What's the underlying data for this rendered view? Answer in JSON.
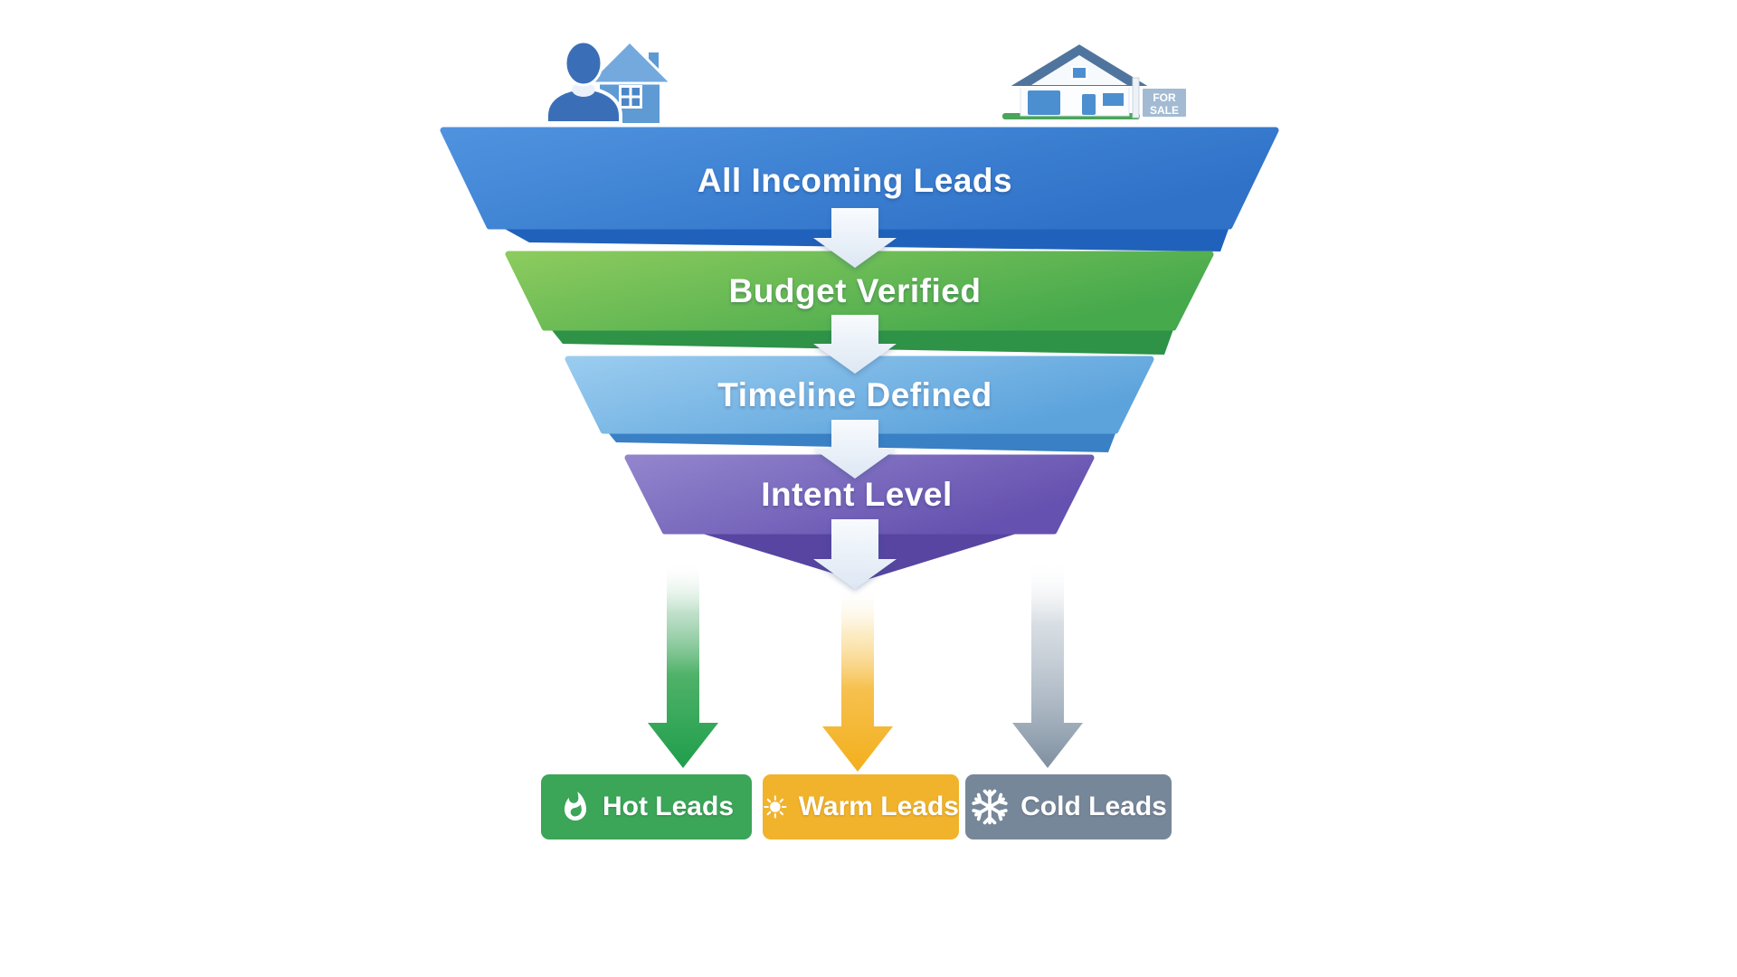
{
  "diagram": {
    "background": "#ffffff",
    "funnel": {
      "stages": [
        {
          "label": "All Incoming Leads",
          "color": "#3E82D3",
          "shade": "#2062BB"
        },
        {
          "label": "Budget Verified",
          "color": "#5FB653",
          "shade": "#2E9247"
        },
        {
          "label": "Timeline Defined",
          "color": "#79B7E6",
          "shade": "#3A80C4"
        },
        {
          "label": "Intent Level",
          "color": "#7E6FC0",
          "shade": "#5745A1"
        }
      ],
      "between_arrow_color": "#EDF3FB"
    },
    "outcomes": [
      {
        "label": "Hot Leads",
        "icon": "flame-icon",
        "box_color": "#3BA558",
        "arrow_color": "#23A04D"
      },
      {
        "label": "Warm Leads",
        "icon": "sun-icon",
        "box_color": "#F1B32B",
        "arrow_color": "#F3AF1C"
      },
      {
        "label": "Cold Leads",
        "icon": "snowflake-icon",
        "box_color": "#77879A",
        "arrow_color": "#7E8FA0"
      }
    ],
    "header_icons": [
      {
        "name": "buyer-with-house-icon"
      },
      {
        "name": "house-for-sale-icon",
        "sign": {
          "line1": "FOR",
          "line2": "SALE"
        }
      }
    ]
  }
}
